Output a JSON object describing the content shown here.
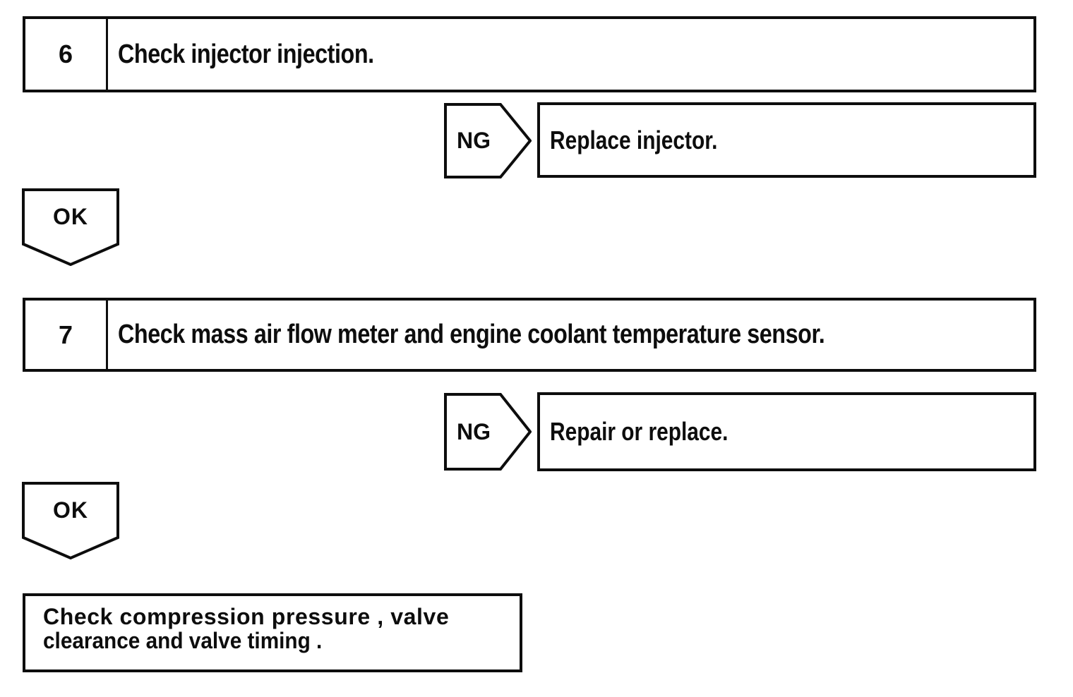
{
  "palette": {
    "ink": "#0d0d0d",
    "paper": "#ffffff"
  },
  "flowchart": {
    "steps": [
      {
        "number": "6",
        "label": "Check injector injection.",
        "ng_label": "NG",
        "ng_action": "Replace injector.",
        "ok_label": "OK"
      },
      {
        "number": "7",
        "label": "Check mass air flow meter and engine coolant temperature sensor.",
        "ng_label": "NG",
        "ng_action": "Repair or replace.",
        "ok_label": "OK"
      }
    ],
    "terminal": {
      "line1": "Check compression pressure , valve",
      "line2": "clearance and valve timing ."
    }
  },
  "shapes": {
    "ng_connector": "right-pointing-pentagon",
    "ok_connector": "down-pointing-pentagon"
  }
}
